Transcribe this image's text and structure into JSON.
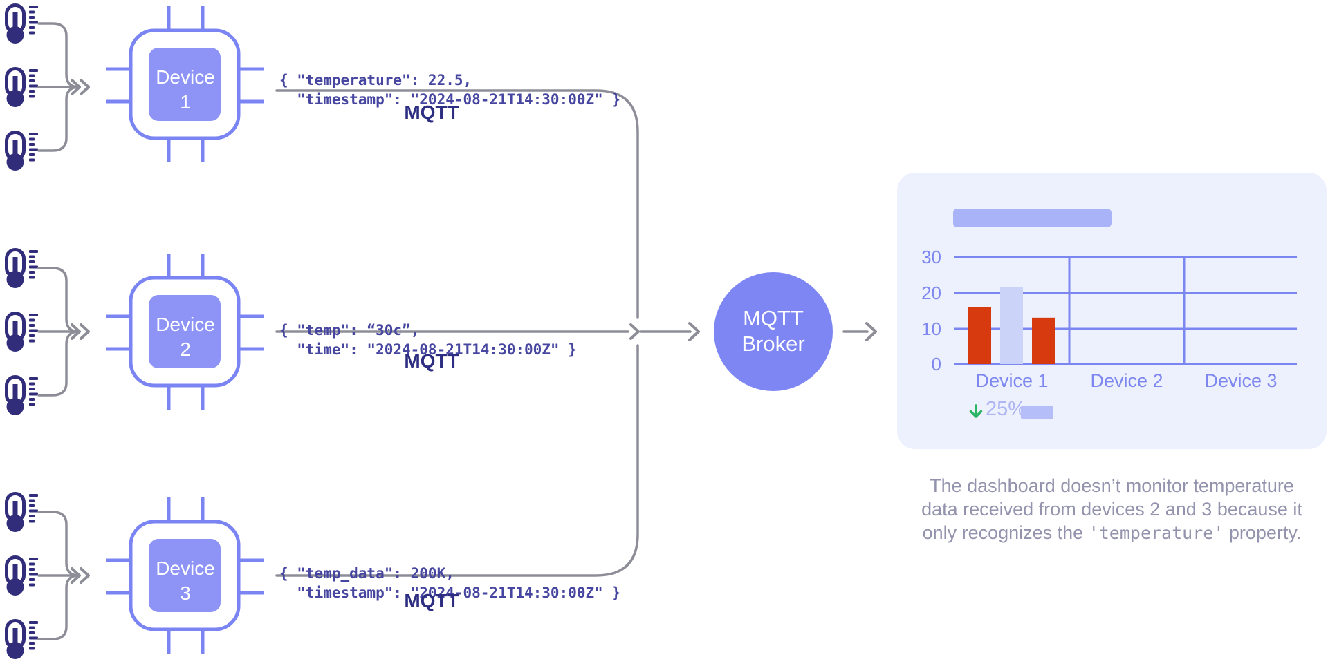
{
  "colors": {
    "periwinkle": "#7a84f3",
    "chip_fill": "#8d94f6",
    "thermometer": "#322d7a",
    "flow_gray": "#8d8d98",
    "payload_text": "#4646a0",
    "mqtt_label": "#2d2d82",
    "broker_fill": "#7e86f3",
    "card_bg": "#edf0fd",
    "grid": "#7b86f0",
    "axis_text": "#7d87ef",
    "bar_red": "#d63a0e",
    "bar_lavender": "#cbd3f9",
    "kpi_green": "#29b563"
  },
  "sensors": {
    "icon": "thermometer-icon",
    "groups": 3,
    "per_group": 3
  },
  "devices": [
    {
      "name": "Device 1",
      "label_line1": "Device",
      "label_line2": "1",
      "payload_line1": "{ \"temperature\": 22.5,",
      "payload_line2": "  \"timestamp\": \"2024-08-21T14:30:00Z\" }",
      "protocol_label": "MQTT"
    },
    {
      "name": "Device 2",
      "label_line1": "Device",
      "label_line2": "2",
      "payload_line1": "{ \"temp\": “30c”,",
      "payload_line2": "  \"time\": \"2024-08-21T14:30:00Z\" }",
      "protocol_label": "MQTT"
    },
    {
      "name": "Device 3",
      "label_line1": "Device",
      "label_line2": "3",
      "payload_line1": "{ \"temp_data\": 200K,",
      "payload_line2": "  \"timestamp\": \"2024-08-21T14:30:00Z\" }",
      "protocol_label": "MQTT"
    }
  ],
  "broker": {
    "label_line1": "MQTT",
    "label_line2": "Broker"
  },
  "dashboard": {
    "chart_data": {
      "type": "bar",
      "categories": [
        "Device 1",
        "Device 2",
        "Device 3"
      ],
      "groups": [
        {
          "category": "Device 1",
          "bars": [
            {
              "value": 16,
              "color": "#d63a0e"
            },
            {
              "value": 21.5,
              "color": "#cbd3f9"
            },
            {
              "value": 13,
              "color": "#d63a0e"
            }
          ]
        },
        {
          "category": "Device 2",
          "bars": []
        },
        {
          "category": "Device 3",
          "bars": []
        }
      ],
      "yticks": [
        0,
        10,
        20,
        30
      ],
      "ylim": [
        0,
        30
      ],
      "grid": true,
      "legend": false,
      "title": ""
    },
    "kpi": {
      "direction": "down",
      "value": "25%"
    }
  },
  "caption": {
    "line1": "The dashboard doesn’t monitor temperature",
    "line2": "data received from devices 2 and 3 because it",
    "line3_prefix": "only recognizes the ",
    "line3_code": "'temperature'",
    "line3_suffix": " property."
  }
}
